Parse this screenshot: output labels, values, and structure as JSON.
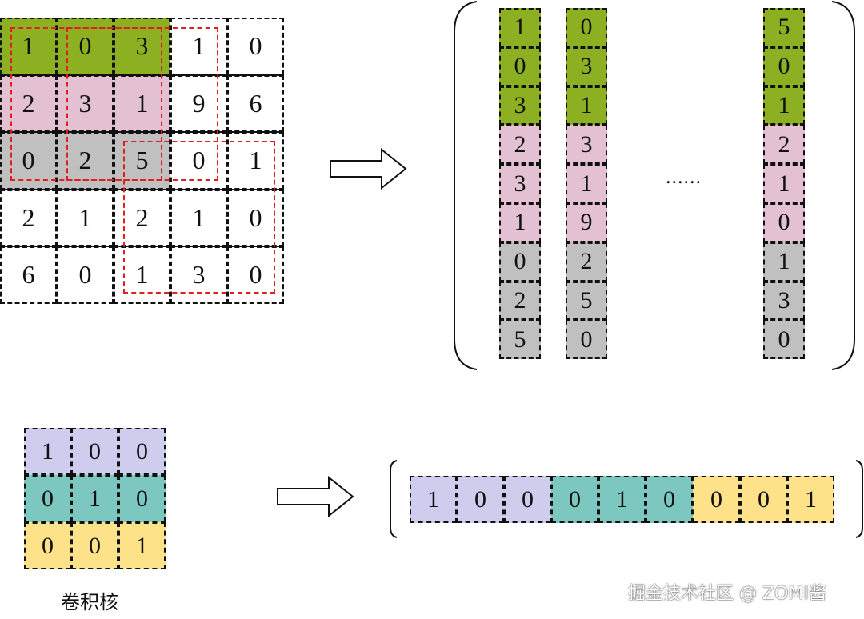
{
  "colors": {
    "green": "#8cb021",
    "pink": "#e3c1d2",
    "gray": "#c0c0c0",
    "lavender": "#cfcdee",
    "teal": "#7cc8c0",
    "yellow": "#fde28a",
    "red_window": "#e02020"
  },
  "input_matrix": {
    "rows": [
      [
        "1",
        "0",
        "3",
        "1",
        "0"
      ],
      [
        "2",
        "3",
        "1",
        "9",
        "6"
      ],
      [
        "0",
        "2",
        "5",
        "0",
        "1"
      ],
      [
        "2",
        "1",
        "2",
        "1",
        "0"
      ],
      [
        "6",
        "0",
        "1",
        "3",
        "0"
      ]
    ],
    "highlighted_colors": [
      "green",
      "pink",
      "gray"
    ]
  },
  "unfolded_columns": [
    [
      "1",
      "0",
      "3",
      "2",
      "3",
      "1",
      "0",
      "2",
      "5"
    ],
    [
      "0",
      "3",
      "1",
      "3",
      "1",
      "9",
      "2",
      "5",
      "0"
    ],
    [
      "5",
      "0",
      "1",
      "2",
      "1",
      "0",
      "1",
      "3",
      "0"
    ]
  ],
  "ellipsis": "......",
  "kernel": {
    "rows": [
      [
        "1",
        "0",
        "0"
      ],
      [
        "0",
        "1",
        "0"
      ],
      [
        "0",
        "0",
        "1"
      ]
    ],
    "row_colors": [
      "lavender",
      "teal",
      "yellow"
    ],
    "label": "卷积核"
  },
  "kernel_vector": [
    "1",
    "0",
    "0",
    "0",
    "1",
    "0",
    "0",
    "0",
    "1"
  ],
  "watermark": "掘金技术社区 @ ZOMI酱"
}
